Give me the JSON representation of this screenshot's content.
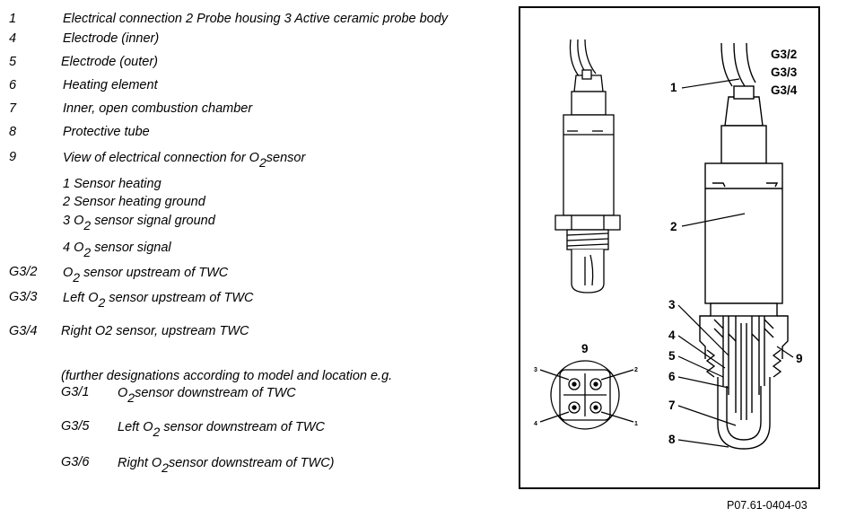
{
  "legend": {
    "l1": {
      "key": "1",
      "text": "Electrical connection 2 Probe housing 3 Active ceramic probe body"
    },
    "l4": {
      "key": "4",
      "text": "Electrode (inner)"
    },
    "l5": {
      "key": "5",
      "text": "Electrode (outer)"
    },
    "l6": {
      "key": "6",
      "text": "Heating element"
    },
    "l7": {
      "key": "7",
      "text": "Inner, open combustion chamber"
    },
    "l8": {
      "key": "8",
      "text": "Protective tube"
    },
    "l9": {
      "key": "9",
      "pre": "View of electrical connection for O",
      "sub": "2",
      "post": "sensor"
    },
    "pins": [
      {
        "text": "1  Sensor heating"
      },
      {
        "text": "2  Sensor heating ground"
      },
      {
        "pre": "3  O",
        "sub": "2",
        "post": " sensor signal ground"
      },
      {
        "pre": "4  O",
        "sub": "2",
        "post": " sensor signal"
      }
    ],
    "g32": {
      "key": "G3/2",
      "pre": "O",
      "sub": "2",
      "post": " sensor upstream of TWC"
    },
    "g33": {
      "key": "G3/3",
      "pre": "Left O",
      "sub": "2",
      "post": " sensor upstream of TWC"
    },
    "g34": {
      "key": "G3/4",
      "text": "Right O2 sensor, upstream TWC"
    },
    "further": "(further designations according to model and location e.g.",
    "g31": {
      "key": "G3/1",
      "pre": "O",
      "sub": "2",
      "post": "sensor downstream of TWC"
    },
    "g35": {
      "key": "G3/5",
      "pre": "Left O",
      "sub": "2",
      "post": " sensor downstream of TWC"
    },
    "g36": {
      "key": "G3/6",
      "pre": "Right O",
      "sub": "2",
      "post": "sensor downstream of TWC)"
    }
  },
  "diagram": {
    "codes": [
      "G3/2",
      "G3/3",
      "G3/4"
    ],
    "callouts": [
      "1",
      "2",
      "3",
      "4",
      "5",
      "6",
      "7",
      "8",
      "9"
    ],
    "connector_label": "9",
    "pin_labels": [
      "1",
      "2",
      "3",
      "4"
    ]
  },
  "figure_ref": "P07.61-0404-03"
}
